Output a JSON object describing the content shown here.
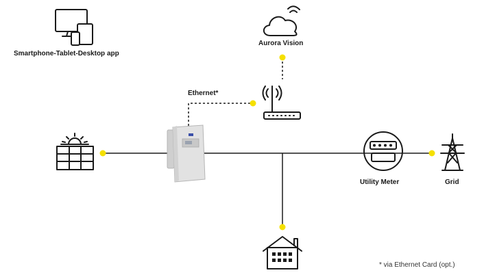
{
  "labels": {
    "app": "Smartphone-Tablet-Desktop app",
    "cloud": "Aurora Vision",
    "ethernet": "Ethernet*",
    "meter": "Utility Meter",
    "grid": "Grid"
  },
  "footnote": "* via Ethernet Card (opt.)",
  "colors": {
    "line": "#1a1a1a",
    "connector_dot": "#f5e000",
    "inverter_body": "#dcdcdc",
    "inverter_badge": "#3b4fa8"
  },
  "icons": [
    "devices-icon",
    "cloud-wifi-icon",
    "router-icon",
    "solar-panel-icon",
    "inverter-icon",
    "utility-meter-icon",
    "pylon-icon",
    "house-icon"
  ]
}
